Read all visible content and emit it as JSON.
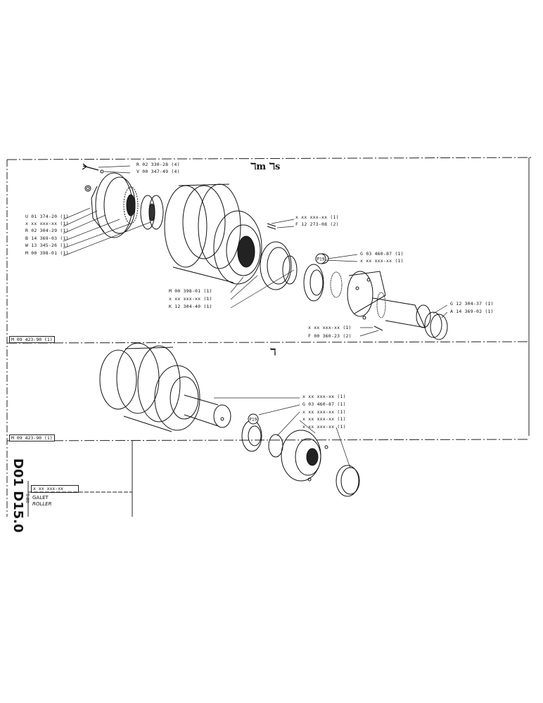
{
  "section_top": {
    "frame_ref": "M 09 423-90 (1)",
    "variant_marks": "ℸm ℸs",
    "left_callouts": [
      "U 01 374-20 (1)",
      "x xx xxx-xx (1)",
      "R 02 304-29 (1)",
      "B 14 369-03 (1)",
      "W 13 345-26 (1)",
      "M 00 398-01 (1)"
    ],
    "top_callouts": [
      "R 02 330-28 (4)",
      "V 00 347-49 (4)"
    ],
    "mid_right_callouts": [
      "x xx xxx-xx (1)",
      "F 12 273-08 (2)"
    ],
    "centre_callouts": [
      "G 03 460-87 (1)",
      "x xx xxx-xx (1)"
    ],
    "lower_callouts": [
      "M 00 398-01 (1)",
      "x xx xxx-xx (1)",
      "K 12 304-40 (1)"
    ],
    "right_callouts": [
      "G 12 304-37 (1)",
      "A 14 369-02 (1)"
    ],
    "bottom_callouts": [
      "x xx xxx-xx (1)",
      "F 00 360-23 (2)"
    ],
    "ref_circle": "P19"
  },
  "section_bottom": {
    "frame_ref": "M 09 423-90 (1)",
    "variant_mark": "ℸ",
    "callouts": [
      "x xx xxx-xx (1)",
      "G 03 460-87 (1)",
      "x xx xxx-xx (1)",
      "x xx xxx-xx (1)",
      "x xx xxx-xx (1)"
    ],
    "ref_circle": "P19"
  },
  "title_block": {
    "drawing_number": "D01 D15.0",
    "sheet": "5-80",
    "part_code": "x xx xxx-xx",
    "name_fr": "GALET",
    "name_en": "ROLLER"
  }
}
